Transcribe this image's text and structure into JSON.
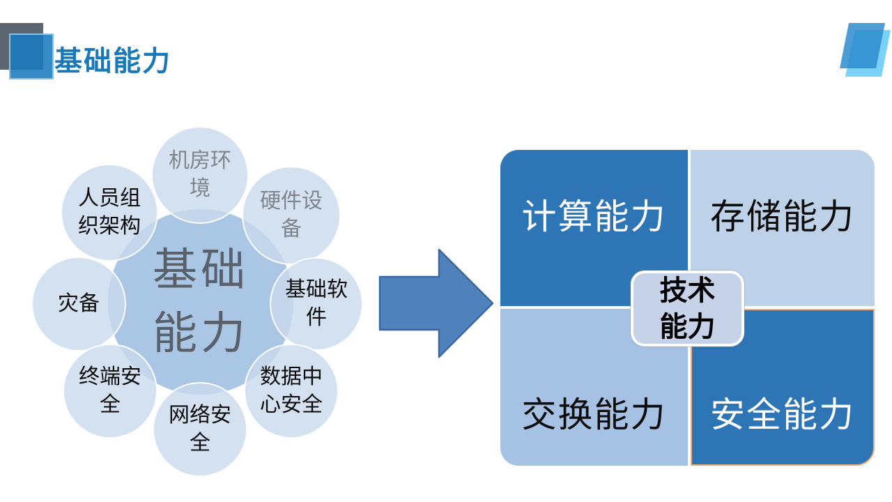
{
  "header": {
    "title": "基础能力"
  },
  "palette": {
    "title_blue": "#1878b8",
    "header_gray_square": "#5b6670",
    "header_blue_square": "#1a7abe",
    "deco_light_blue": "#7cd1f7",
    "deco_dark_blue": "#2e8cce",
    "hub_center_fill": "#a9c6e4",
    "hub_center_text": "#596069",
    "satellite_fill": "#d4e1f1",
    "satellite_muted_text": "#7f848c",
    "arrow_fill": "#4f81bd",
    "arrow_stroke": "#38689f",
    "quadrant_dark": "#2e75b6",
    "quadrant_light_top_right": "#bdd2e9",
    "quadrant_light_bottom_left": "#a5c2e5",
    "quadrant_border_orange": "#eeac80",
    "badge_fill": "#c5d2e8"
  },
  "hub": {
    "center": {
      "label": "基础能力",
      "lines": [
        "基础",
        "能力"
      ]
    },
    "satellites": [
      {
        "label": "机房环境",
        "lines": [
          "机房环",
          "境"
        ]
      },
      {
        "label": "硬件设备",
        "lines": [
          "硬件设",
          "备"
        ]
      },
      {
        "label": "基础软件",
        "lines": [
          "基础软",
          "件"
        ]
      },
      {
        "label": "数据中心安全",
        "lines": [
          "数据中",
          "心安全"
        ]
      },
      {
        "label": "网络安全",
        "lines": [
          "网络安",
          "全"
        ]
      },
      {
        "label": "终端安全",
        "lines": [
          "终端安",
          "全"
        ]
      },
      {
        "label": "灾备",
        "lines": [
          "灾备"
        ]
      },
      {
        "label": "人员组织架构",
        "lines": [
          "人员组",
          "织架构"
        ]
      }
    ]
  },
  "quad_panel": {
    "quadrants": [
      {
        "label": "计算能力"
      },
      {
        "label": "存储能力"
      },
      {
        "label": "交换能力"
      },
      {
        "label": "安全能力"
      }
    ],
    "center_badge": {
      "label": "技术能力",
      "lines": [
        "技术",
        "能力"
      ]
    }
  }
}
